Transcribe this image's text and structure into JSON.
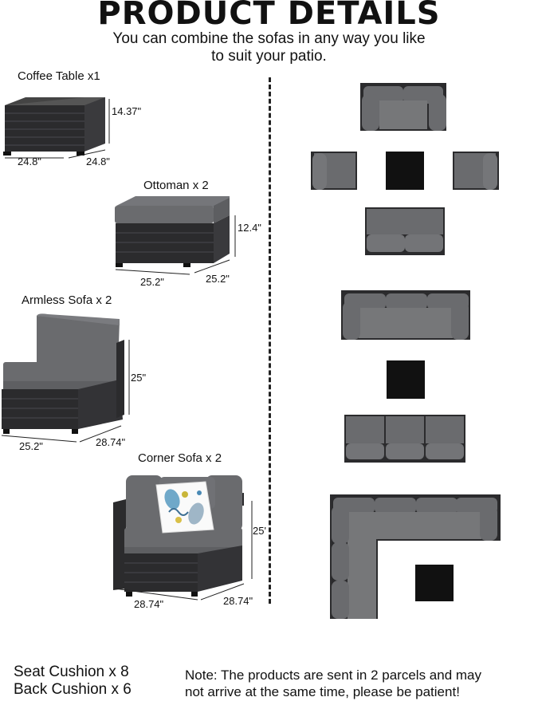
{
  "header": {
    "title": "PRODUCT DETAILS",
    "subtitle_line1": "You can combine the sofas in any way you like",
    "subtitle_line2": "to suit your patio."
  },
  "products": {
    "coffee_table": {
      "label": "Coffee Table x1",
      "height": "14.37\"",
      "width": "24.8\"",
      "depth": "24.8\""
    },
    "ottoman": {
      "label": "Ottoman x 2",
      "height": "12.4\"",
      "width": "25.2\"",
      "depth": "25.2\""
    },
    "armless_sofa": {
      "label": "Armless Sofa x 2",
      "height": "25\"",
      "width": "25.2\"",
      "depth": "28.74\""
    },
    "corner_sofa": {
      "label": "Corner Sofa x 2",
      "height": "25'",
      "width": "28.74\"",
      "depth": "28.74\""
    }
  },
  "footer": {
    "seat_cushion": "Seat Cushion x 8",
    "back_cushion": "Back Cushion x 6",
    "note_line1": "Note: The products are sent in 2 parcels and may",
    "note_line2": "not arrive at the same time, please be patient!"
  },
  "colors": {
    "wicker": "#2b2b2d",
    "cushion": "#6a6b6e",
    "cushion_light": "#7a7b7f",
    "glass": "#111111"
  }
}
